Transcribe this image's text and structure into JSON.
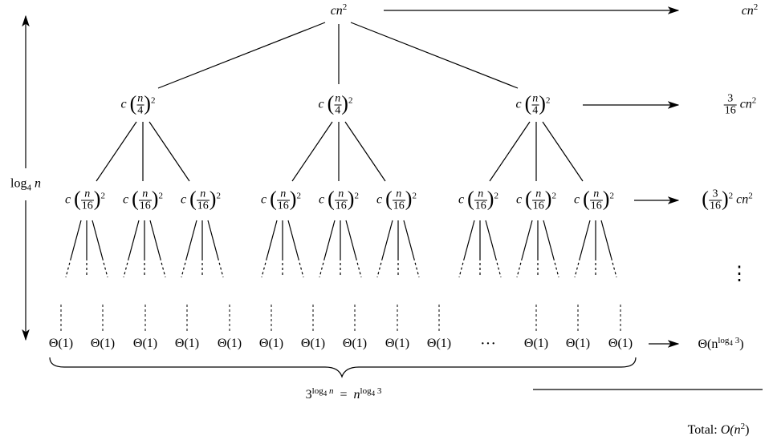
{
  "nodes": {
    "root": {
      "coef": "c",
      "var": "n",
      "exp": "2"
    },
    "level1": {
      "coef": "c",
      "num": "n",
      "den": "4",
      "exp": "2"
    },
    "level2": {
      "coef": "c",
      "num": "n",
      "den": "16",
      "exp": "2"
    }
  },
  "leaf": {
    "label": "Θ(1)",
    "ellipsis": "···"
  },
  "costs": {
    "root": {
      "text": "cn",
      "exp": "2"
    },
    "level1": {
      "num": "3",
      "den": "16",
      "tail": "cn",
      "exp": "2"
    },
    "level2": {
      "num": "3",
      "den": "16",
      "exp_outer": "2",
      "tail": "cn",
      "exp": "2"
    },
    "vdots": "⋮",
    "leaves": {
      "theta": "Θ(n",
      "exp": "log",
      "exp_sub": "4",
      "exp_tail": "3",
      "close": ")"
    }
  },
  "height": {
    "log": "log",
    "sub": "4",
    "var": "n"
  },
  "leaf_count": {
    "base": "3",
    "exp": "log",
    "exp_sub": "4",
    "exp_var": "n",
    "eq": "=",
    "rhs": "n",
    "rhs_exp": "log",
    "rhs_sub": "4",
    "rhs_tail": "3"
  },
  "total": {
    "label": "Total:",
    "value": "O(n",
    "exp": "2",
    "close": ")"
  }
}
